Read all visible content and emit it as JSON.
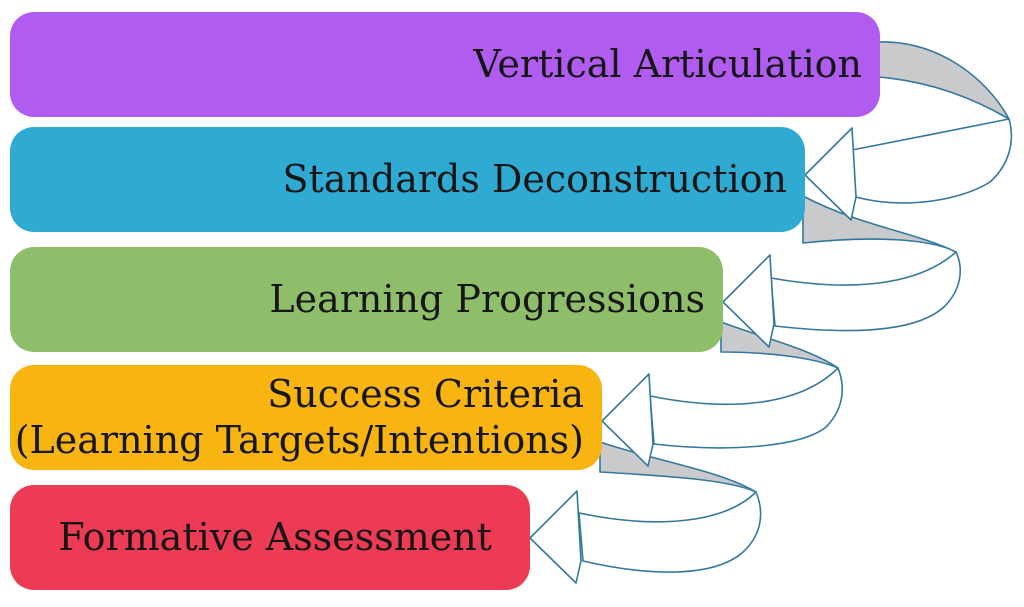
{
  "diagram": {
    "background": "#ffffff",
    "text_color": "#161616",
    "steps": [
      {
        "name": "vertical-articulation",
        "lines": [
          "Vertical Articulation"
        ],
        "fill": "#b15cf0"
      },
      {
        "name": "standards-deconstruction",
        "lines": [
          "Standards Deconstruction"
        ],
        "fill": "#2fabd3"
      },
      {
        "name": "learning-progressions",
        "lines": [
          "Learning Progressions"
        ],
        "fill": "#8fbe6b"
      },
      {
        "name": "success-criteria",
        "lines": [
          "Success Criteria",
          "(Learning Targets/Intentions)"
        ],
        "fill": "#f8b411"
      },
      {
        "name": "formative-assessment",
        "lines": [
          "Formative Assessment"
        ],
        "fill": "#ee3b55"
      }
    ],
    "connectors": {
      "count": 4,
      "style": "spiral-ribbon-arrow",
      "direction": "each arrow loops right and points into the next step below",
      "front_fill": "#ffffff",
      "back_fill": "#c9cacb",
      "outline": "#34789e"
    }
  }
}
